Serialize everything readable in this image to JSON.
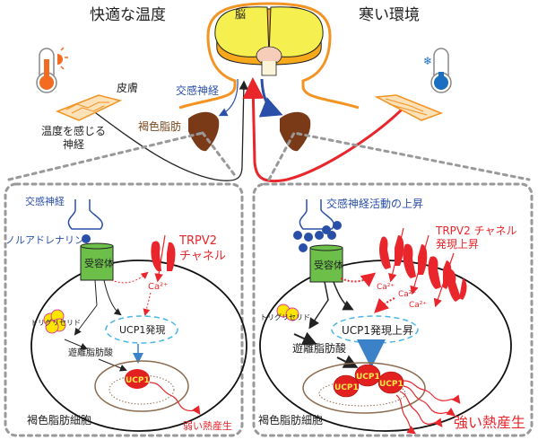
{
  "titles": {
    "left": "快適な温度",
    "right": "寒い環境"
  },
  "top_labels": {
    "brain": "脳",
    "skin": "皮膚",
    "sympathetic_nerve": "交感神経",
    "brown_fat": "褐色脂肪",
    "temp_nerve_line1": "温度を感じる",
    "temp_nerve_line2": "神経"
  },
  "left_panel": {
    "sympathetic_nerve": "交感神経",
    "noradrenaline": "ノルアドレナリン",
    "receptor": "受容体",
    "trpv2_line1": "TRPV2",
    "trpv2_line2": "チャネル",
    "calcium": "Ca²⁺",
    "triglyceride": "トリグリセリド",
    "ucp1_expression": "UCP1発現",
    "free_fatty_acid": "遊離脂肪酸",
    "ucp1": "UCP1",
    "cell_label": "褐色脂肪細胞",
    "heat": "弱い熱産生"
  },
  "right_panel": {
    "sympathetic_nerve": "交感神経活動の上昇",
    "receptor": "受容体",
    "trpv2_line1": "TRPV2 チャネル",
    "trpv2_line2": "発現上昇",
    "calcium": "Ca²⁺",
    "triglyceride": "トリグリセリド",
    "ucp1_expression": "UCP1発現上昇",
    "free_fatty_acid": "遊離脂肪酸",
    "ucp1": "UCP1",
    "cell_label": "褐色脂肪細胞",
    "heat": "強い熱産生"
  },
  "colors": {
    "brain_yellow": "#f5ef50",
    "brain_orange": "#f7a81b",
    "outline_orange": "#f39322",
    "fat_brown": "#7b3a17",
    "nerve_blue": "#2a4fa8",
    "trpv2_red": "#e8262b",
    "receptor_green": "#6cc04a",
    "ucp1_red": "#e1201f",
    "ucp1_text": "#ffe84a",
    "dash_gray": "#999999",
    "ellipse_cyan": "#4ab6e8",
    "mito_brown": "#8b6b4e",
    "thermo_warm": "#f26b21",
    "thermo_cold": "#1a6fc0"
  }
}
